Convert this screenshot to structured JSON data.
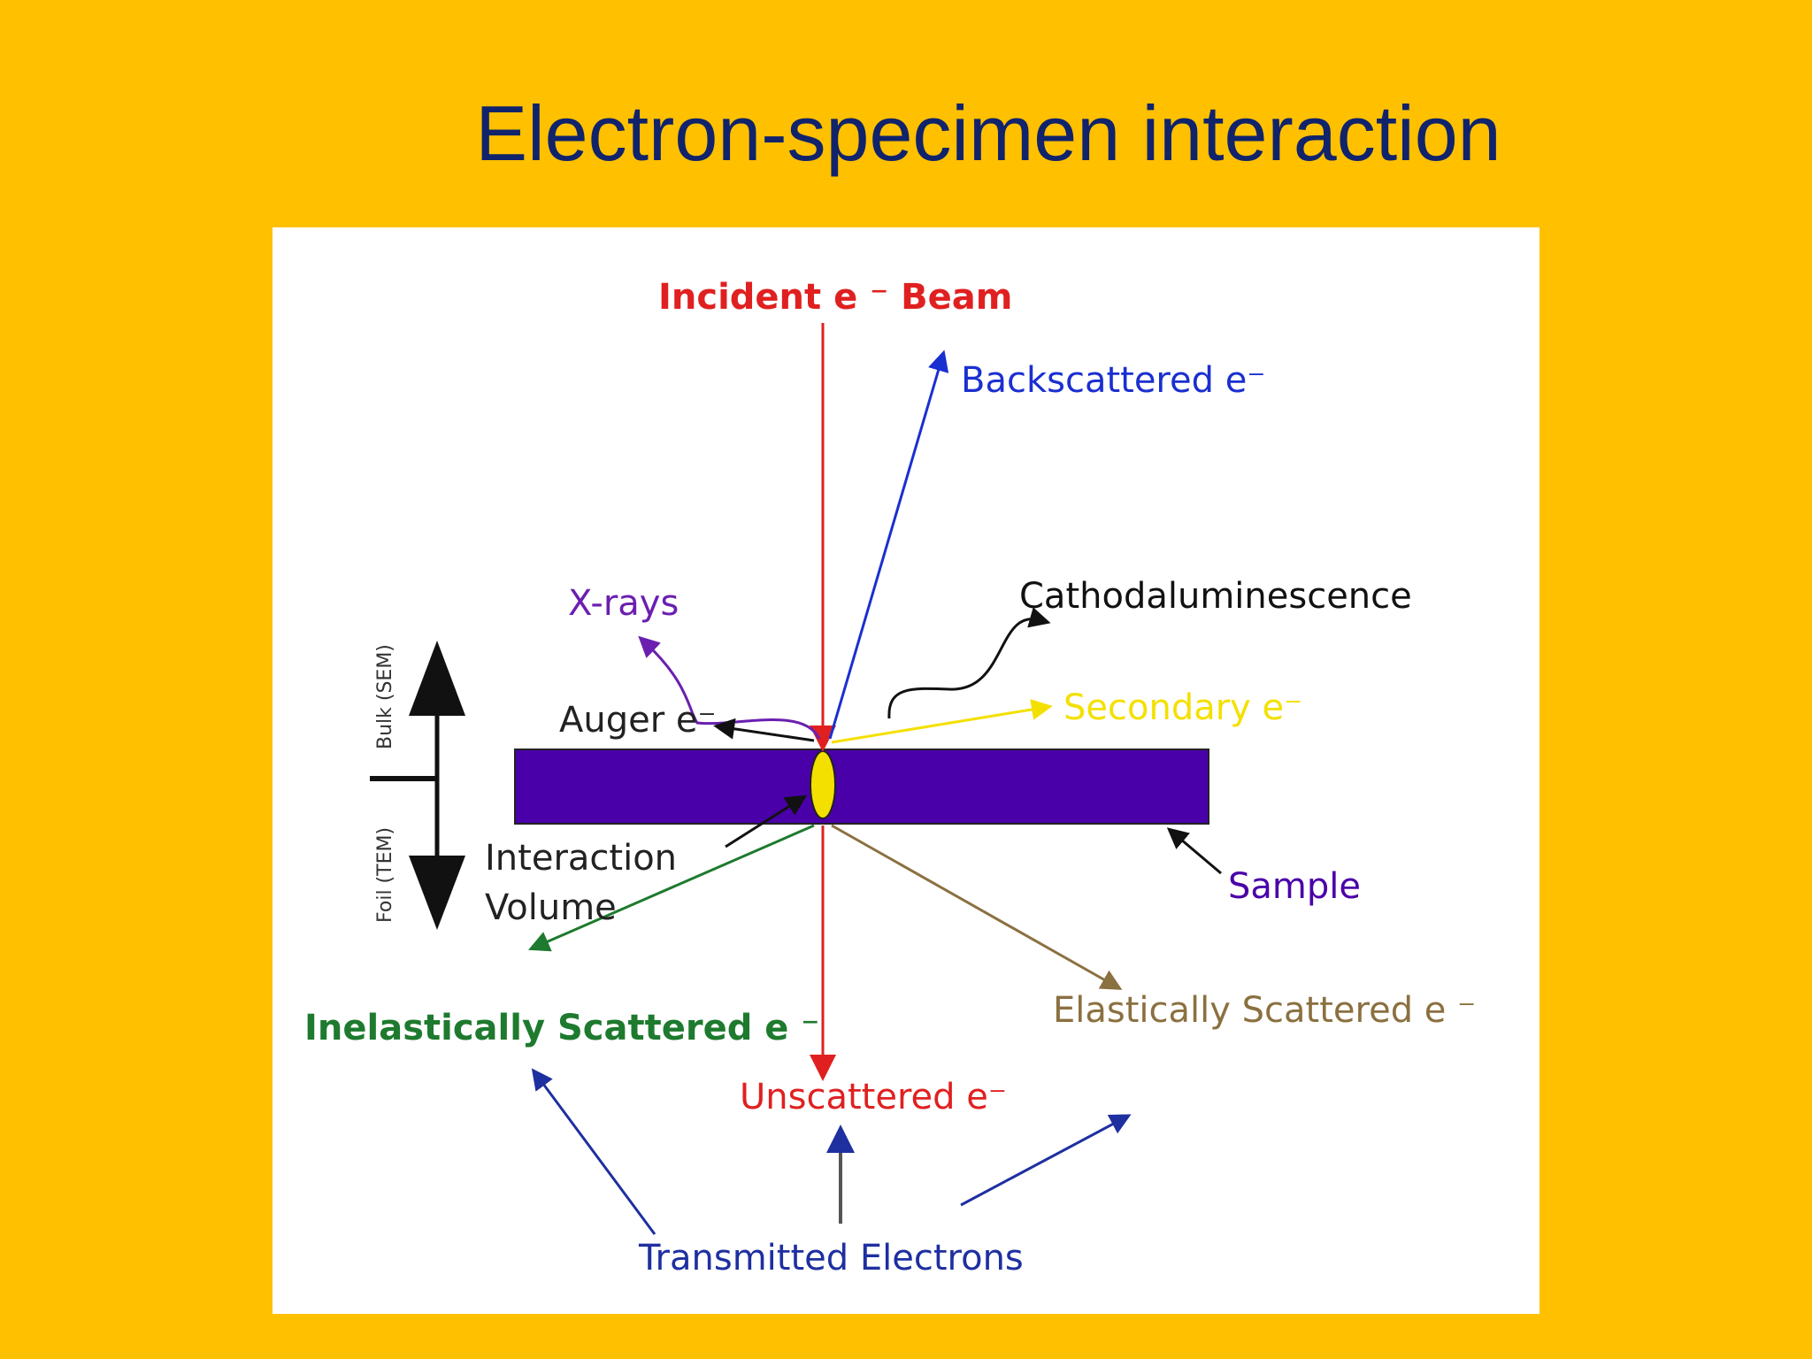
{
  "slide": {
    "title": "Electron-specimen interaction"
  },
  "diagram": {
    "labels": {
      "incident": "Incident e ⁻  Beam",
      "backscattered": "Backscattered e⁻",
      "xrays": "X-rays",
      "cathodo": "Cathodaluminescence",
      "auger": "Auger e⁻",
      "secondary": "Secondary e⁻",
      "interaction_line1": "Interaction",
      "interaction_line2": "Volume",
      "sample": "Sample",
      "inelastic": "Inelastically Scattered e ⁻",
      "elastic": "Elastically Scattered e ⁻",
      "unscattered": "Unscattered e⁻",
      "transmitted": "Transmitted Electrons",
      "bulk": "Bulk (SEM)",
      "foil": "Foil (TEM)"
    },
    "colors": {
      "incident": "#E02020",
      "backscattered": "#1A2FD0",
      "xrays": "#6A1FB0",
      "cathodo": "#111111",
      "secondary": "#F4E000",
      "sample": "#4A00A8",
      "interaction_volume": "#F4E000",
      "inelastic": "#1E7A2E",
      "elastic": "#8B7040",
      "transmitted": "#1E2FA0",
      "title": "#10236B"
    }
  }
}
